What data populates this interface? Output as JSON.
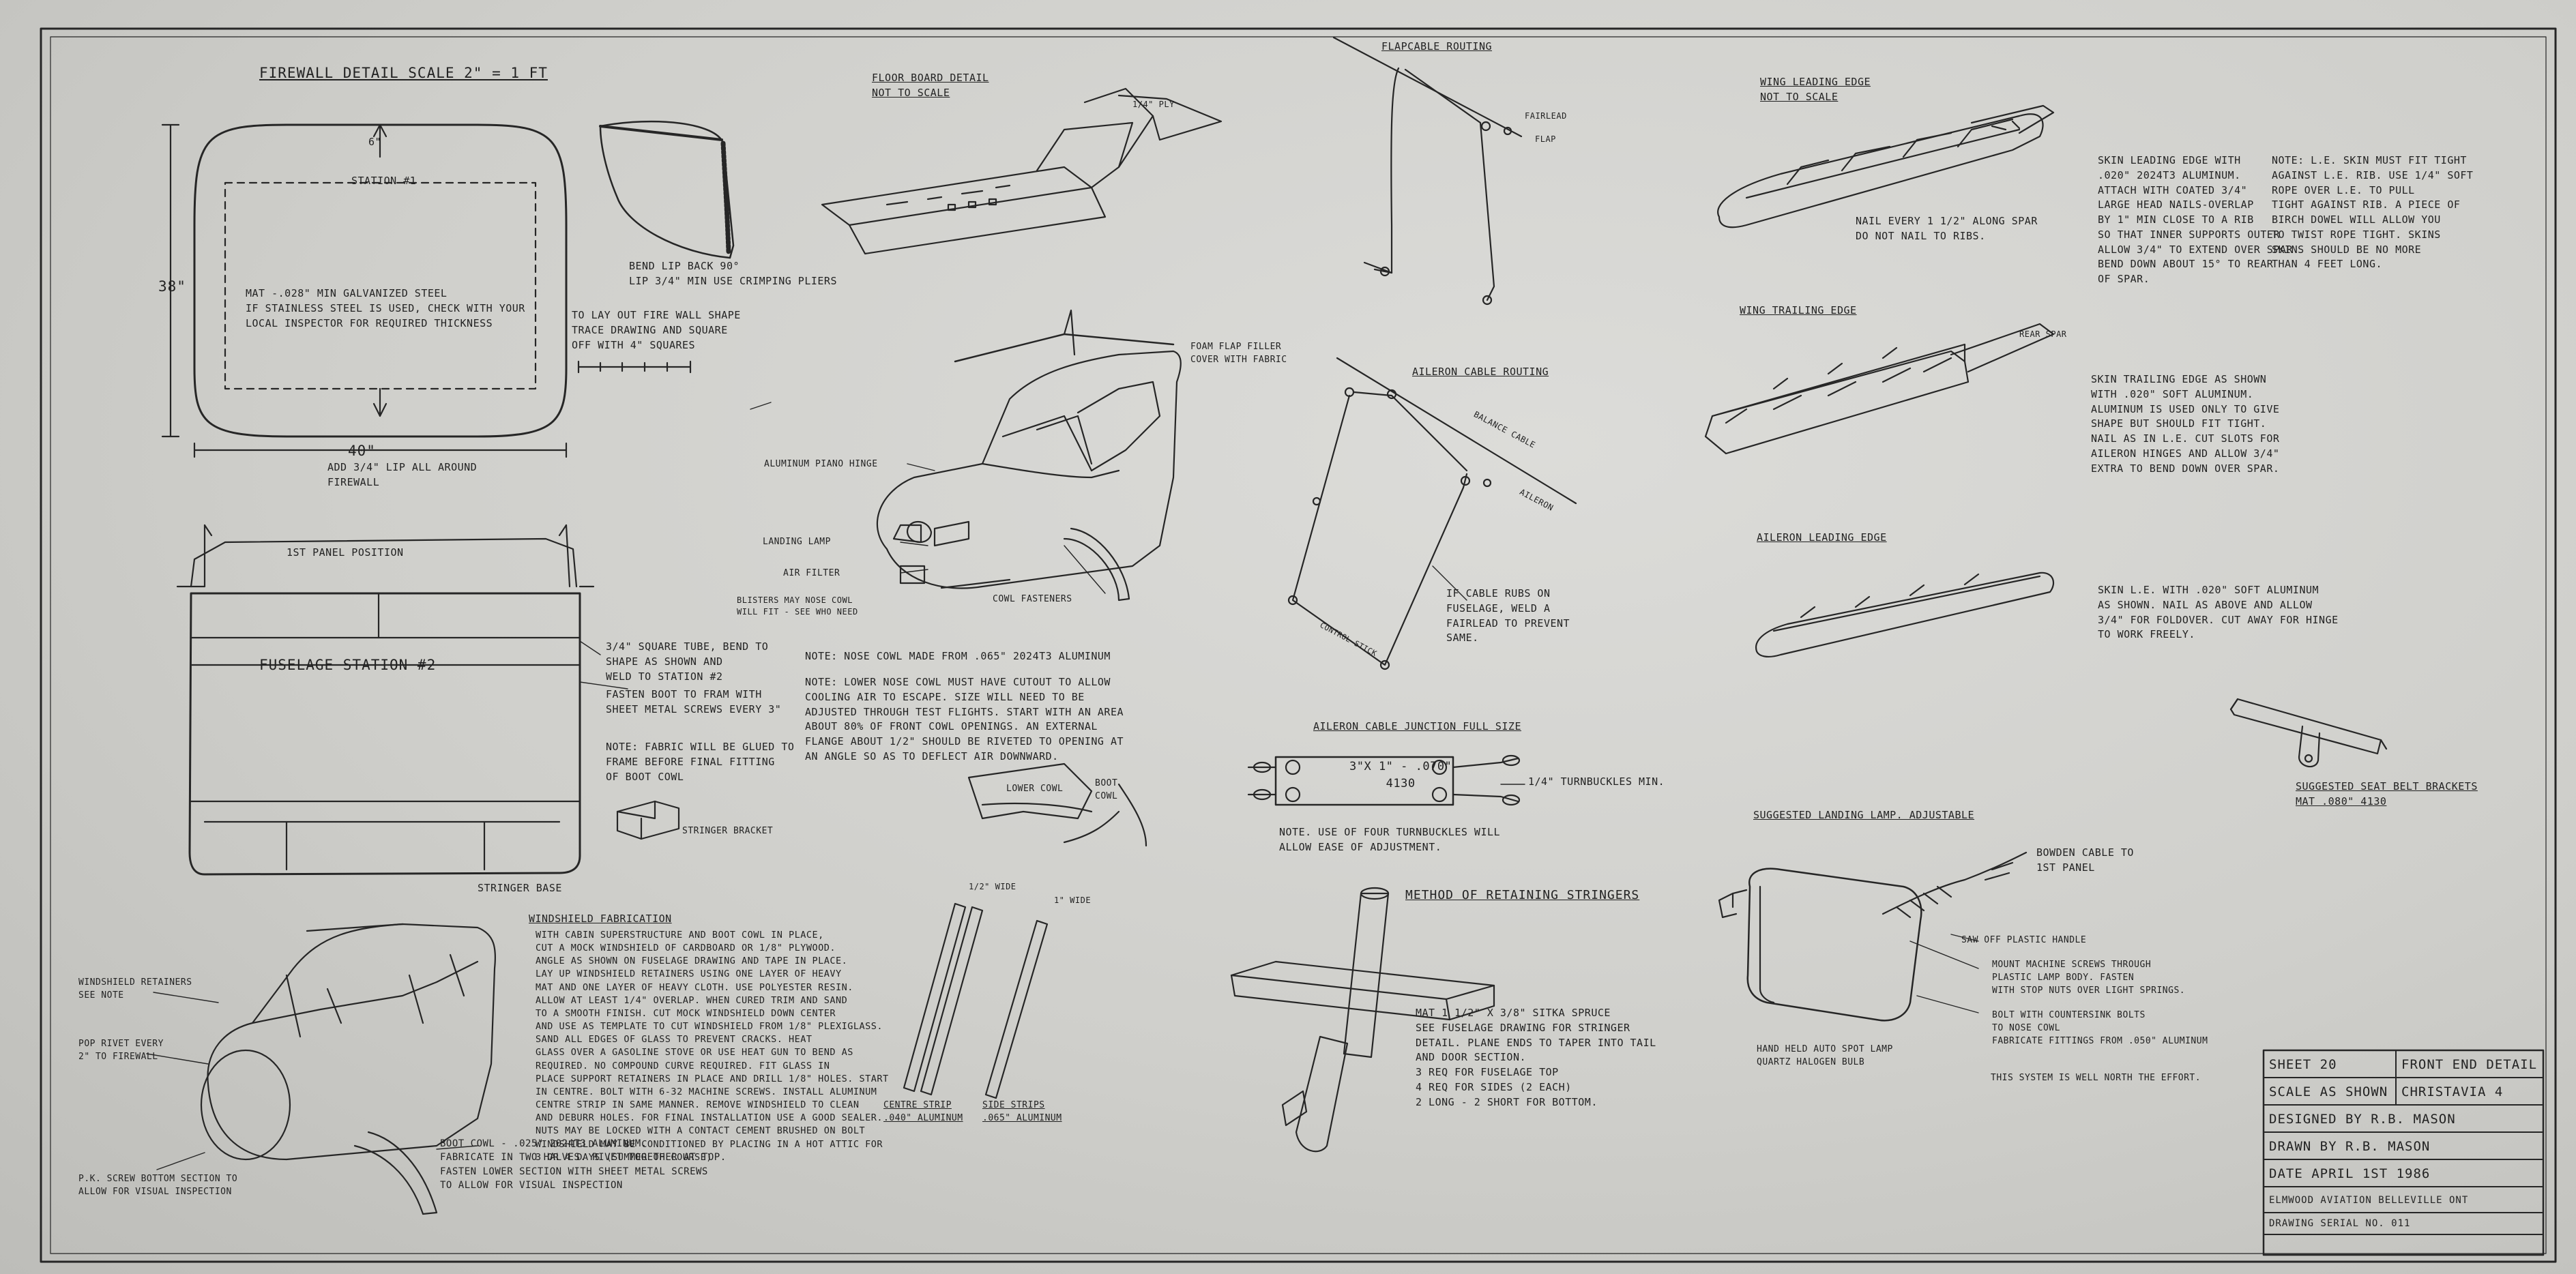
{
  "notes": {
    "firewall_title": "FIREWALL DETAIL SCALE 2\" = 1 FT",
    "station1": "STATION #1",
    "dim_38": "38\"",
    "dim_40": "40\"",
    "dim_6": "6\"",
    "firewall_material": "MAT -.028\" MIN GALVANIZED STEEL\nIF STAINLESS STEEL IS USED, CHECK WITH YOUR\nLOCAL INSPECTOR FOR REQUIRED THICKNESS",
    "add_lip": "ADD 3/4\" LIP ALL AROUND\nFIREWALL",
    "bend_lip": "BEND LIP BACK 90°\nLIP 3/4\" MIN USE CRIMPING PLIERS",
    "layout_firewall": "TO LAY OUT FIRE WALL SHAPE\nTRACE DRAWING AND SQUARE\nOFF WITH 4\" SQUARES",
    "floorboard_title": "FLOOR BOARD DETAIL\nNOT TO SCALE",
    "ply_label": "1/4\" PLY",
    "flapcable_title": "FLAPCABLE ROUTING",
    "fairlead": "FAIRLEAD",
    "flap": "FLAP",
    "wing_le_title": "WING LEADING EDGE\nNOT TO SCALE",
    "nail_every": "NAIL EVERY 1 1/2\" ALONG SPAR\nDO NOT NAIL TO RIBS.",
    "skin_le_text": "SKIN LEADING EDGE WITH\n.020\" 2024T3 ALUMINUM.\nATTACH WITH COATED 3/4\"\nLARGE HEAD NAILS-OVERLAP\nBY 1\" MIN CLOSE TO A RIB\nSO THAT INNER SUPPORTS OUTER\nALLOW 3/4\" TO EXTEND OVER SPAR\nBEND DOWN ABOUT 15° TO REAR\nOF SPAR.",
    "le_skin_note": "NOTE:   L.E. SKIN MUST FIT TIGHT\nAGAINST L.E. RIB. USE 1/4\" SOFT\nROPE OVER L.E. TO PULL\nTIGHT AGAINST RIB. A PIECE OF\nBIRCH DOWEL WILL ALLOW YOU\nTO TWIST ROPE TIGHT. SKINS\nSKINS SHOULD BE NO MORE\nTHAN 4 FEET LONG.",
    "wing_te_title": "WING TRAILING EDGE",
    "skin_te_text": "SKIN TRAILING EDGE AS SHOWN\nWITH .020\" SOFT ALUMINUM.\nALUMINUM IS USED ONLY TO GIVE\nSHAPE BUT SHOULD FIT TIGHT.\nNAIL AS IN L.E. CUT SLOTS FOR\nAILERON HINGES AND ALLOW 3/4\"\nEXTRA TO BEND DOWN OVER SPAR.",
    "rear_spar": "REAR SPAR",
    "foam_flap": "FOAM FLAP FILLER\nCOVER WITH FABRIC",
    "aluminum_piano": "ALUMINUM PIANO HINGE",
    "landing_lamp": "LANDING LAMP",
    "air_filter": "AIR FILTER",
    "blisters": "BLISTERS MAY NOSE COWL\nWILL FIT - SEE WHO NEED",
    "cowl_fasteners": "COWL FASTENERS",
    "aileron_cable_title": "AILERON CABLE ROUTING",
    "balance_cable": "BALANCE CABLE",
    "aileron": "AILERON",
    "control_stick": "CONTROL STICK",
    "cable_rubs": "IF CABLE RUBS ON\nFUSELAGE, WELD A\nFAIRLEAD TO PREVENT\nSAME.",
    "aileron_le_title": "AILERON LEADING EDGE",
    "skin_aileron_text": "SKIN L.E. WITH .020\" SOFT ALUMINUM\nAS SHOWN. NAIL AS ABOVE AND ALLOW\n3/4\" FOR FOLDOVER. CUT AWAY FOR HINGE\nTO WORK FREELY.",
    "seatbelt_title": "SUGGESTED SEAT BELT BRACKETS\nMAT .080\" 4130",
    "panel_position": "1ST PANEL POSITION",
    "fuselage_station2": "FUSELAGE STATION #2",
    "square_tube": "3/4\" SQUARE TUBE, BEND TO\nSHAPE AS SHOWN AND\nWELD TO STATION #2",
    "fasten_boot": "FASTEN BOOT TO FRAM WITH\nSHEET METAL SCREWS EVERY 3\"",
    "note_fabric": "NOTE:  FABRIC WILL BE GLUED TO\nFRAME BEFORE FINAL FITTING\nOF BOOT COWL",
    "stringer_bracket": "STRINGER BRACKET",
    "stringer_base": "STRINGER BASE",
    "nose_cowl_note": "NOTE:  NOSE COWL MADE FROM .065\" 2024T3 ALUMINUM",
    "lower_cowl_note": "NOTE:  LOWER NOSE COWL MUST HAVE CUTOUT TO ALLOW\nCOOLING AIR TO ESCAPE. SIZE WILL NEED TO BE\nADJUSTED THROUGH TEST FLIGHTS. START WITH AN AREA\nABOUT 80% OF FRONT COWL OPENINGS. AN EXTERNAL\nFLANGE ABOUT 1/2\" SHOULD BE RIVETED TO OPENING AT\nAN ANGLE SO AS TO DEFLECT AIR DOWNWARD.",
    "lower_cowl": "LOWER COWL",
    "boot_cowl": "BOOT\nCOWL",
    "aileron_junction_title": "AILERON CABLE JUNCTION  FULL SIZE",
    "junction_plate": "3\"X 1\" - .070\"\n4130",
    "turnbuckles_min": "1/4\" TURNBUCKLES MIN.",
    "four_turnbuckles": "NOTE.  USE OF FOUR TURNBUCKLES WILL\nALLOW EASE OF ADJUSTMENT.",
    "windshield_title": "WINDSHIELD FABRICATION",
    "windshield_text": "WITH CABIN SUPERSTRUCTURE AND BOOT COWL IN PLACE,\nCUT A MOCK WINDSHIELD OF CARDBOARD OR 1/8\" PLYWOOD.\nANGLE AS SHOWN ON FUSELAGE DRAWING AND TAPE IN PLACE.\nLAY UP WINDSHIELD RETAINERS USING ONE LAYER OF HEAVY\nMAT AND ONE LAYER OF HEAVY CLOTH. USE POLYESTER RESIN.\nALLOW AT LEAST 1/4\" OVERLAP. WHEN CURED TRIM AND SAND\nTO A SMOOTH FINISH. CUT MOCK WINDSHIELD DOWN CENTER\nAND USE AS TEMPLATE TO CUT WINDSHIELD FROM 1/8\" PLEXIGLASS.\nSAND ALL EDGES OF GLASS TO PREVENT CRACKS. HEAT\nGLASS OVER A GASOLINE STOVE OR USE HEAT GUN TO BEND AS\nREQUIRED. NO COMPOUND CURVE REQUIRED. FIT GLASS IN\nPLACE SUPPORT RETAINERS IN PLACE AND DRILL 1/8\" HOLES. START\nIN CENTRE. BOLT WITH 6-32 MACHINE SCREWS. INSTALL ALUMINUM\nCENTRE STRIP IN SAME MANNER. REMOVE WINDSHIELD TO CLEAN\nAND DEBURR HOLES. FOR FINAL INSTALLATION USE A GOOD SEALER.\nNUTS MAY BE LOCKED WITH A CONTACT CEMENT BRUSHED ON BOLT\nWINDSHIELD MAY BE CONDITIONED BY PLACING IN A HOT ATTIC FOR\n3 OR 4 DAYS (SUMMER OF COURSE)",
    "ws_retainers": "WINDSHIELD RETAINERS\nSEE NOTE",
    "pop_rivet": "POP RIVET EVERY\n2\" TO FIREWALL",
    "pk_screw": "P.K. SCREW BOTTOM SECTION TO\nALLOW FOR VISUAL INSPECTION",
    "boot_cowl_text": "BOOT COWL - .025\" 2024T3 ALUMINUM.\nFABRICATE IN TWO HALVES. RIVET TOGETHER AT TOP.\nFASTEN LOWER SECTION WITH SHEET METAL SCREWS\nTO ALLOW FOR VISUAL INSPECTION",
    "wide_75": "1/2\" WIDE",
    "wide_1": "1\" WIDE",
    "centre_strip": "CENTRE STRIP\n.040\" ALUMINUM",
    "side_strips": "SIDE STRIPS\n.065\" ALUMINUM",
    "retaining_title": "METHOD OF RETAINING STRINGERS",
    "retaining_text": "MAT 1 1/2\" X 3/8\" SITKA SPRUCE\nSEE FUSELAGE DRAWING FOR STRINGER\nDETAIL. PLANE ENDS TO TAPER INTO TAIL\nAND DOOR SECTION.\n3 REQ FOR FUSELAGE TOP\n4 REQ FOR SIDES (2 EACH)\n2 LONG - 2 SHORT FOR BOTTOM.",
    "landing_lamp_title": "SUGGESTED LANDING LAMP.  ADJUSTABLE",
    "bowden_cable": "BOWDEN CABLE TO\n1ST PANEL",
    "saw_off": "SAW OFF PLASTIC HANDLE",
    "mount_screws": "MOUNT MACHINE SCREWS THROUGH\nPLASTIC LAMP BODY. FASTEN\nWITH STOP NUTS OVER LIGHT SPRINGS.",
    "bolt_countersink": "BOLT WITH COUNTERSINK BOLTS\nTO NOSE COWL\nFABRICATE FITTINGS FROM .050\" ALUMINUM",
    "hand_held": "HAND HELD AUTO SPOT LAMP\nQUARTZ HALOGEN BULB",
    "north_effort": "THIS SYSTEM IS WELL NORTH THE EFFORT."
  },
  "title_block": {
    "sheet": "SHEET 20",
    "sheet_title": "FRONT END DETAIL",
    "scale": "SCALE AS SHOWN",
    "project": "CHRISTAVIA 4",
    "designed": "DESIGNED BY   R.B. MASON",
    "drawn": "DRAWN BY     R.B. MASON",
    "date": "DATE  APRIL 1ST 1986",
    "company": "ELMWOOD AVIATION BELLEVILLE ONT",
    "serial": "DRAWING SERIAL NO. 011"
  }
}
